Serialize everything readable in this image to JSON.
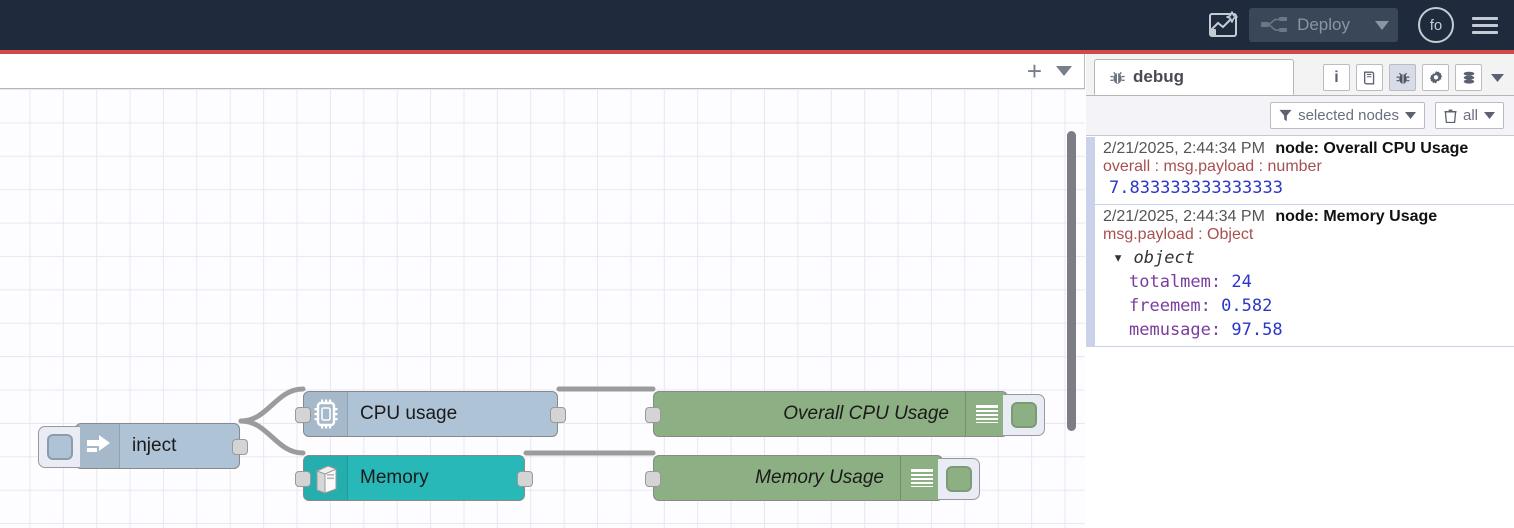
{
  "header": {
    "flow_icon": "flow-sparkle-icon",
    "deploy_label": "Deploy",
    "deploy_icon": "deploy-flow-icon",
    "deploy_caret_icon": "chevron-down-icon",
    "avatar_label": "fo",
    "menu_icon": "hamburger-menu-icon",
    "accent_color": "#d04a4a",
    "background_color": "#1f2b3c"
  },
  "workspace": {
    "add_tab_label": "+",
    "tab_menu_icon": "chevron-down-icon",
    "scrollbar": "vertical-scrollbar"
  },
  "nodes": [
    {
      "id": "inject",
      "label": "inject",
      "icon": "inject-arrow-icon",
      "color": "#aec3d6",
      "type": "inject"
    },
    {
      "id": "cpu",
      "label": "CPU usage",
      "icon": "cpu-chip-icon",
      "color": "#aec3d6",
      "type": "function"
    },
    {
      "id": "memory",
      "label": "Memory",
      "icon": "server-tower-icon",
      "color": "#29b8b8",
      "type": "function"
    },
    {
      "id": "debug-cpu",
      "label": "Overall CPU Usage",
      "icon": "debug-lines-icon",
      "color": "#8cb083",
      "type": "debug"
    },
    {
      "id": "debug-mem",
      "label": "Memory Usage",
      "icon": "debug-lines-icon",
      "color": "#8cb083",
      "type": "debug"
    }
  ],
  "sidebar": {
    "tab": {
      "label": "debug",
      "icon": "bug-icon"
    },
    "tools": [
      {
        "name": "info-icon",
        "label": "i",
        "active": false
      },
      {
        "name": "help-book-icon",
        "label": "",
        "active": false
      },
      {
        "name": "bug-icon",
        "label": "",
        "active": true
      },
      {
        "name": "gear-icon",
        "label": "",
        "active": false
      },
      {
        "name": "context-data-icon",
        "label": "",
        "active": false
      }
    ],
    "tools_caret_icon": "chevron-down-icon",
    "filters": [
      {
        "name": "filter-selected-nodes",
        "icon": "funnel-icon",
        "label": "selected nodes",
        "caret": "chevron-down-icon"
      },
      {
        "name": "clear-all",
        "icon": "trash-icon",
        "label": "all",
        "caret": "chevron-down-icon"
      }
    ],
    "messages": [
      {
        "time": "2/21/2025, 2:44:34 PM",
        "node": "node: Overall CPU Usage",
        "topic": "overall : msg.payload : number",
        "kind": "value",
        "value": "7.833333333333333"
      },
      {
        "time": "2/21/2025, 2:44:34 PM",
        "node": "node: Memory Usage",
        "topic": "msg.payload : Object",
        "kind": "object",
        "object_label": "object",
        "toggle_icon": "caret-down-icon",
        "properties": [
          {
            "key": "totalmem",
            "value": "24"
          },
          {
            "key": "freemem",
            "value": "0.582"
          },
          {
            "key": "memusage",
            "value": "97.58"
          }
        ]
      }
    ]
  }
}
